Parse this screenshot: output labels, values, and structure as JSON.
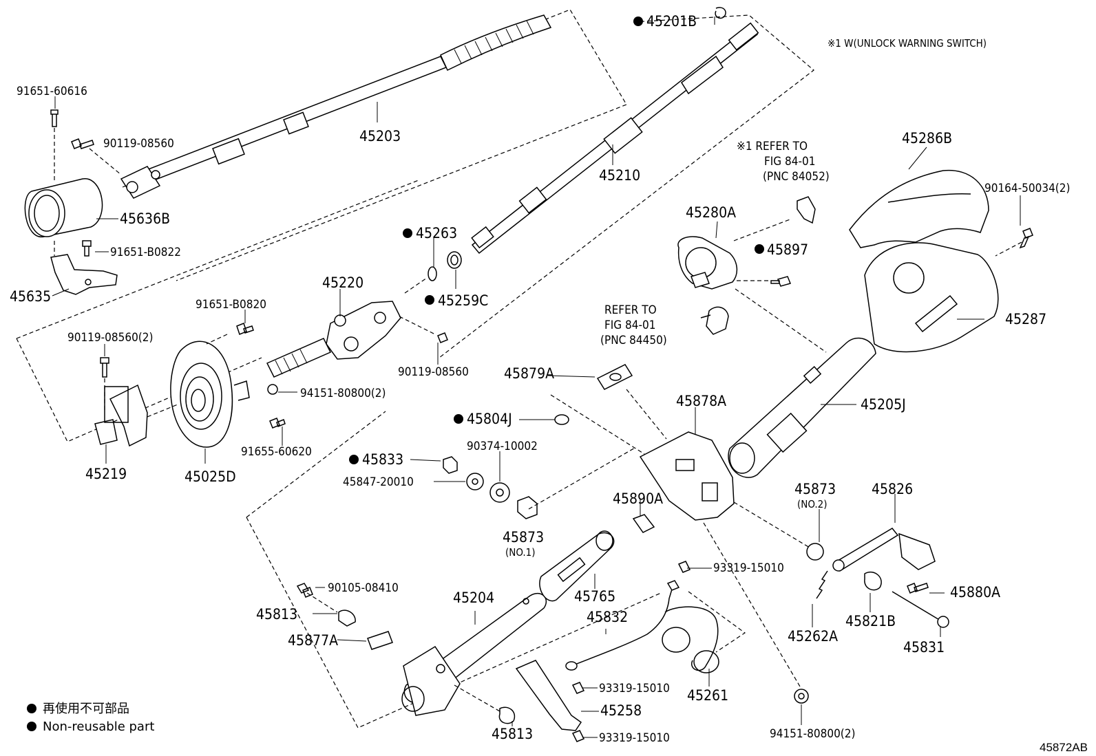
{
  "note": "※1  W(UNLOCK WARNING SWITCH)",
  "diagram_id": "45872AB",
  "legend": {
    "jp": "再使用不可部品",
    "en": "Non-reusable part"
  },
  "refs": {
    "ref1": [
      "※1 REFER TO",
      "FIG 84-01",
      "(PNC 84052)"
    ],
    "ref2": [
      "REFER TO",
      "FIG 84-01",
      "(PNC 84450)"
    ]
  },
  "parts": {
    "p45201B": "45201B",
    "p45203": "45203",
    "p45210": "45210",
    "p91651_60616": "91651-60616",
    "p90119_08560_a": "90119-08560",
    "p45636B": "45636B",
    "p91651_B0822": "91651-B0822",
    "p45635": "45635",
    "p45263": "45263",
    "p45259C": "45259C",
    "p45220": "45220",
    "p90119_08560_b": "90119-08560",
    "p91651_B0820": "91651-B0820",
    "p90119_08560_2": "90119-08560(2)",
    "p94151_80800_2a": "94151-80800(2)",
    "p91655_60620": "91655-60620",
    "p45219": "45219",
    "p45025D": "45025D",
    "p45286B": "45286B",
    "p90164_50034_2": "90164-50034(2)",
    "p45280A": "45280A",
    "p45897": "45897",
    "p45287": "45287",
    "p45205J": "45205J",
    "p45879A": "45879A",
    "p45878A": "45878A",
    "p45804J": "45804J",
    "p45833": "45833",
    "p90374_10002": "90374-10002",
    "p45847_20010": "45847-20010",
    "p45873_no1": "45873",
    "p45873_no1_sub": "(NO.1)",
    "p45890A": "45890A",
    "p45873_no2": "45873",
    "p45873_no2_sub": "(NO.2)",
    "p45826": "45826",
    "p93319_15010_a": "93319-15010",
    "p45880A": "45880A",
    "p45821B": "45821B",
    "p45262A": "45262A",
    "p45831": "45831",
    "p45765": "45765",
    "p45832": "45832",
    "p45261": "45261",
    "p90105_08410": "90105-08410",
    "p45813_a": "45813",
    "p45877A": "45877A",
    "p45204": "45204",
    "p93319_15010_b": "93319-15010",
    "p45258": "45258",
    "p45813_b": "45813",
    "p93319_15010_c": "93319-15010",
    "p94151_80800_2b": "94151-80800(2)"
  }
}
